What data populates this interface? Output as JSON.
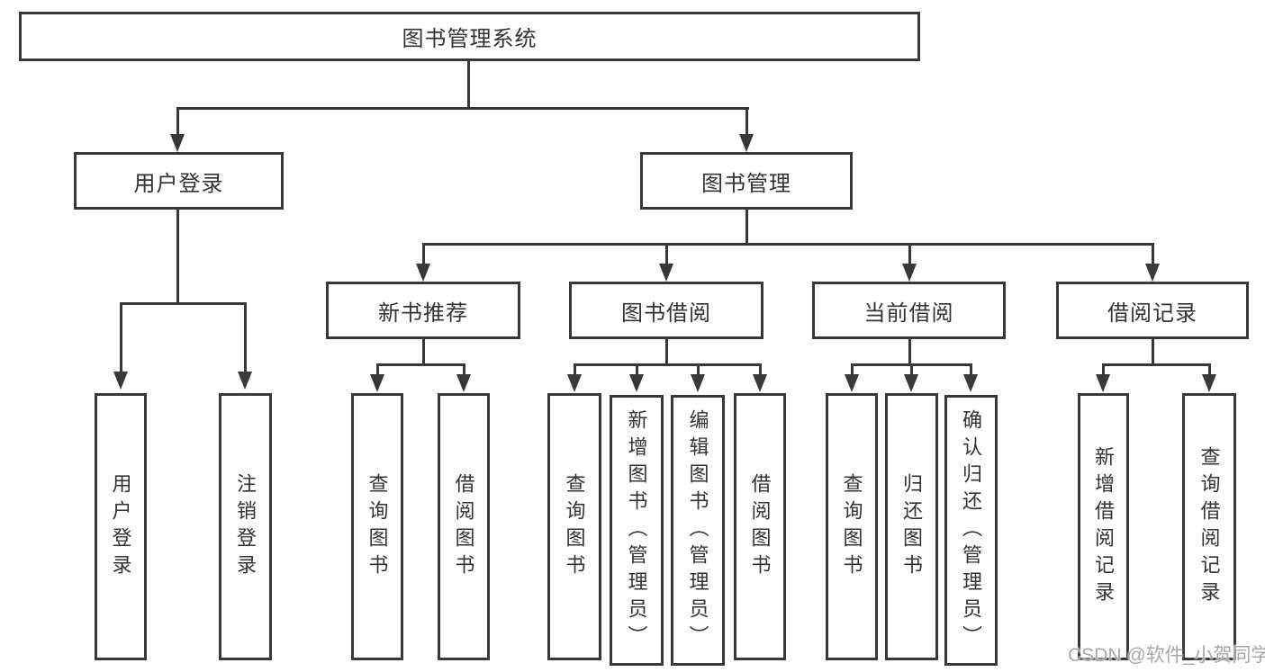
{
  "tree": {
    "root": {
      "label": "图书管理系统"
    },
    "branches": [
      {
        "label": "用户登录",
        "children": [
          {
            "label": "用户登录"
          },
          {
            "label": "注销登录"
          }
        ]
      },
      {
        "label": "图书管理",
        "children": [
          {
            "label": "新书推荐",
            "children": [
              {
                "label": "查询图书"
              },
              {
                "label": "借阅图书"
              }
            ]
          },
          {
            "label": "图书借阅",
            "children": [
              {
                "label": "查询图书"
              },
              {
                "label": "新增图书（管理员）"
              },
              {
                "label": "编辑图书（管理员）"
              },
              {
                "label": "借阅图书"
              }
            ]
          },
          {
            "label": "当前借阅",
            "children": [
              {
                "label": "查询图书"
              },
              {
                "label": "归还图书"
              },
              {
                "label": "确认归还（管理员）"
              }
            ]
          },
          {
            "label": "借阅记录",
            "children": [
              {
                "label": "新增借阅记录"
              },
              {
                "label": "查询借阅记录"
              }
            ]
          }
        ]
      }
    ]
  },
  "watermark": {
    "text": "CSDN @软件_小贺同学"
  },
  "colors": {
    "line": "#383838",
    "text": "#333333",
    "background": "#ffffff",
    "watermark": "#a8a8a8"
  }
}
